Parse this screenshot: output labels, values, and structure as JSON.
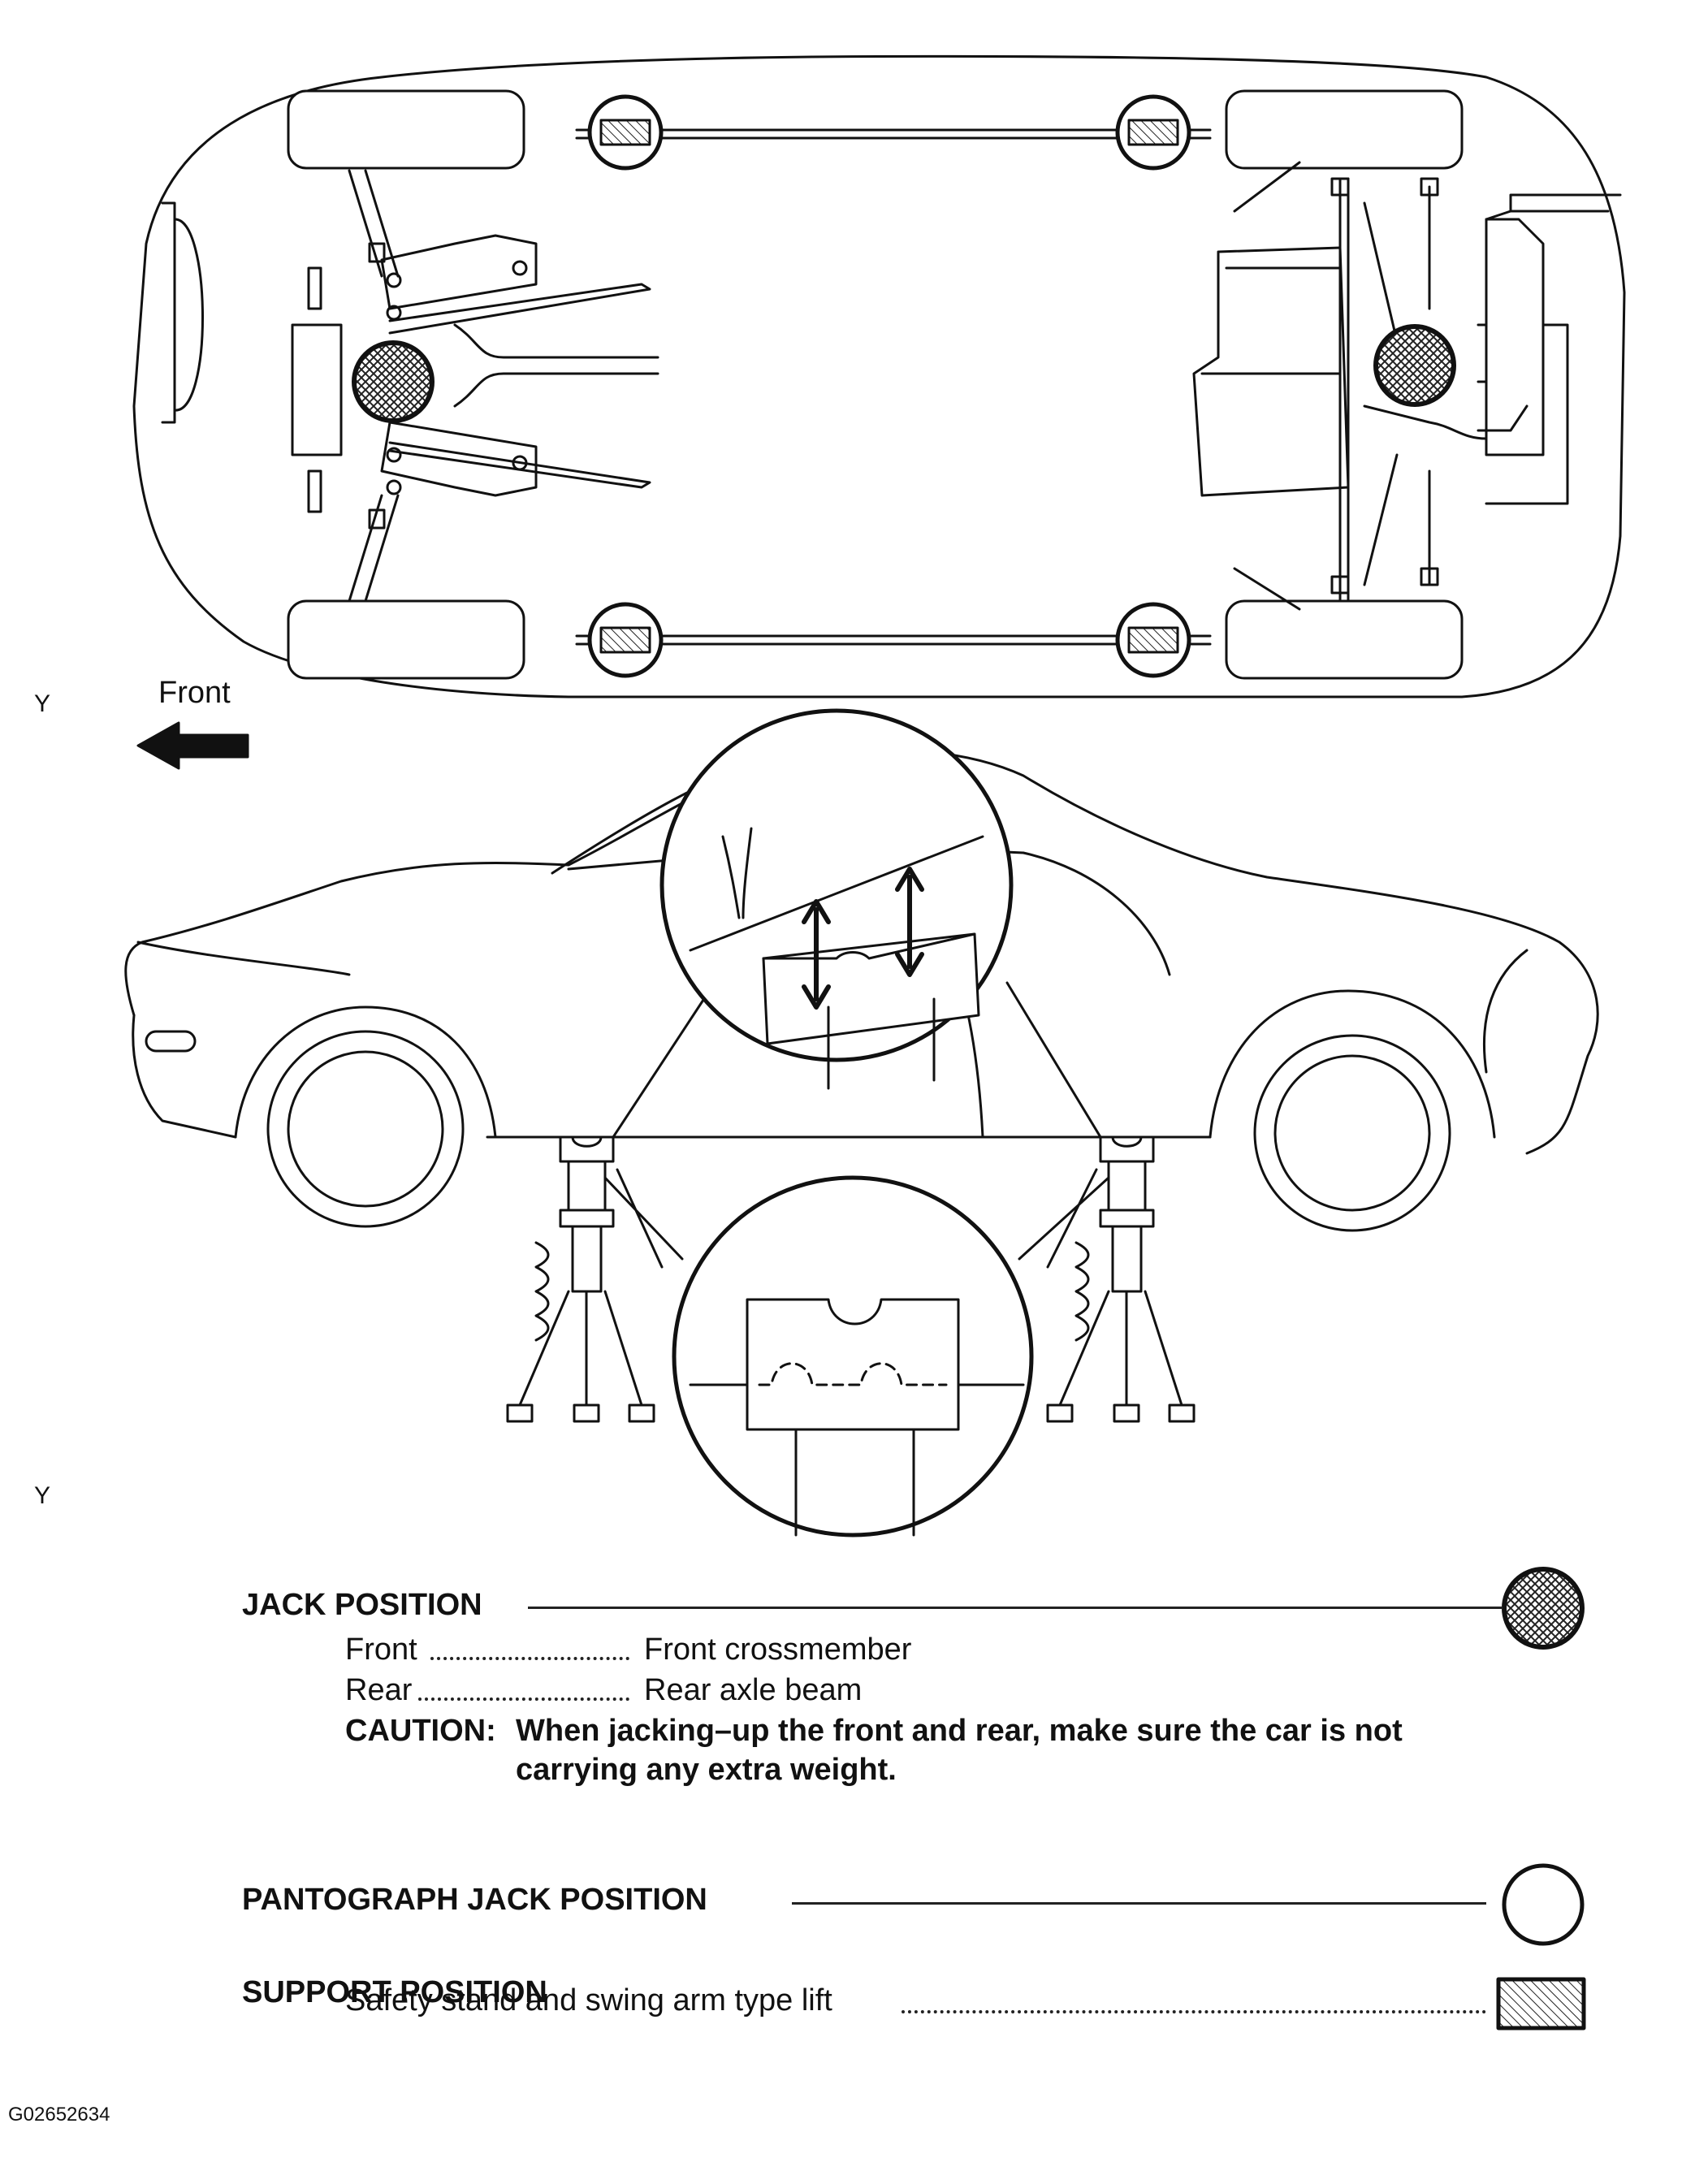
{
  "diagram": {
    "front_label": "Front",
    "markers": [
      "Y",
      "Y"
    ],
    "figure_code": "G02652634"
  },
  "legend": {
    "jack_position": {
      "title": "JACK POSITION",
      "items": [
        {
          "label": "Front",
          "value": "Front crossmember"
        },
        {
          "label": "Rear",
          "value": "Rear axle beam"
        }
      ],
      "caution_label": "CAUTION:",
      "caution_line1": "When jacking–up the front and rear, make sure the car is not",
      "caution_line2": "carrying any extra weight."
    },
    "pantograph": {
      "title": "PANTOGRAPH JACK POSITION"
    },
    "support": {
      "title": "SUPPORT POSITION",
      "item": "Safety stand and swing arm type lift"
    }
  }
}
